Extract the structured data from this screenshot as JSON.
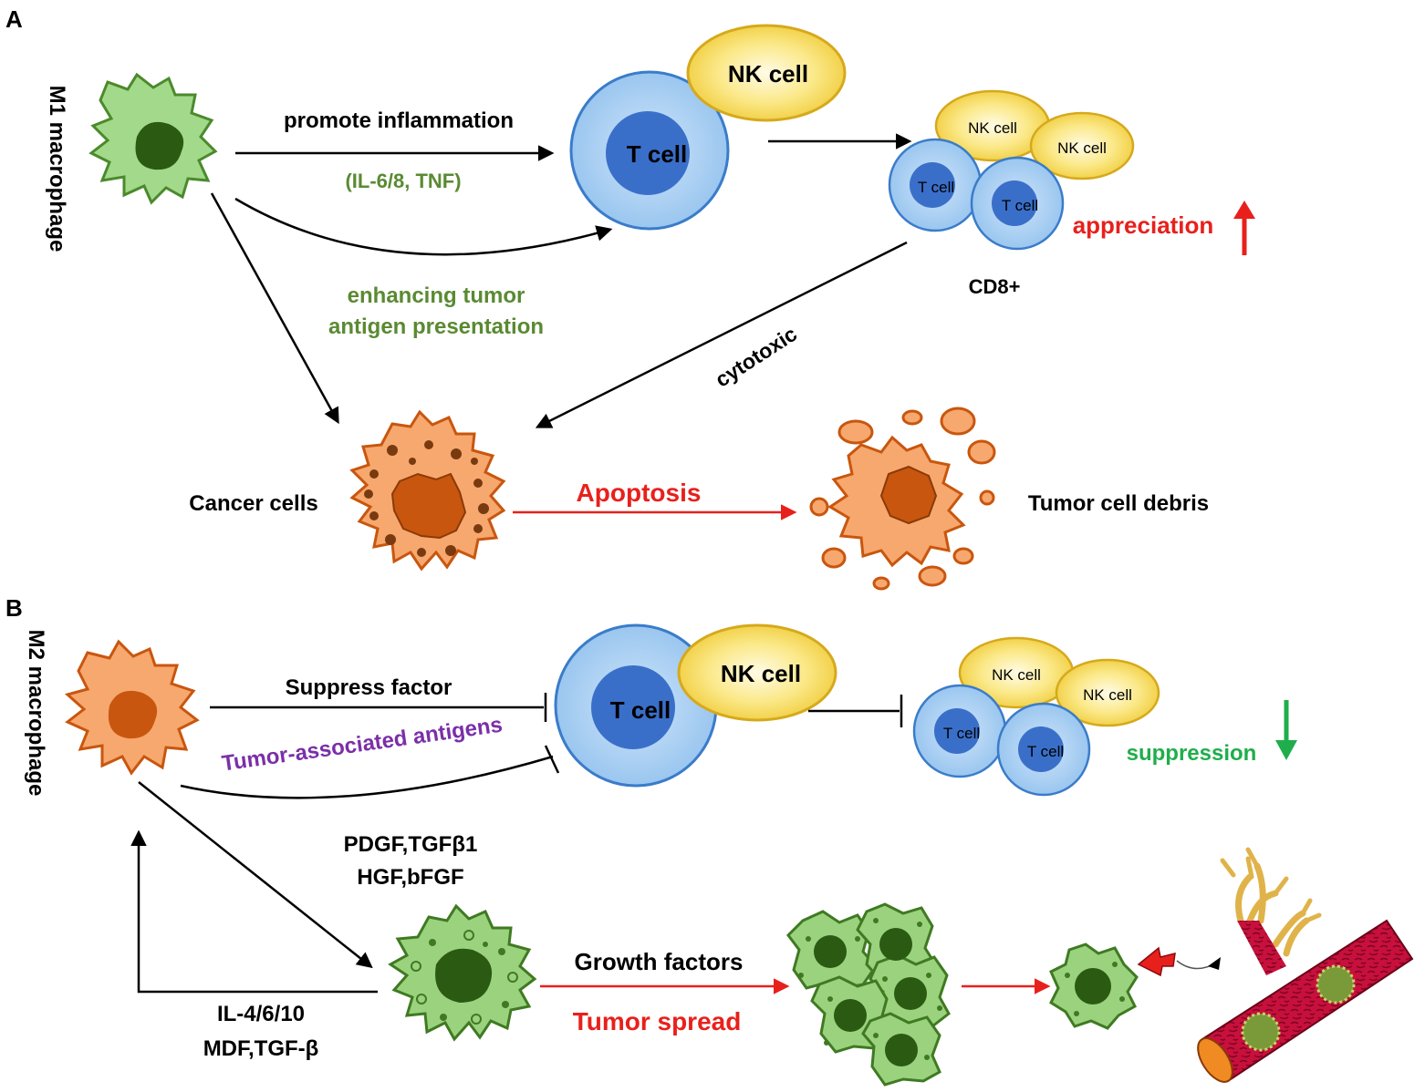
{
  "panels": {
    "a_letter": "A",
    "b_letter": "B"
  },
  "panel_a": {
    "m1_label": "M1 macrophage",
    "promote_inflammation": "promote inflammation",
    "cytokines": "(IL-6/8, TNF)",
    "enhancing_line1": "enhancing tumor",
    "enhancing_line2": "antigen presentation",
    "nk_cell": "NK cell",
    "t_cell": "T cell",
    "cluster_nk1": "NK cell",
    "cluster_nk2": "NK cell",
    "cluster_t1": "T cell",
    "cluster_t2": "T cell",
    "appreciation": "appreciation",
    "cd8": "CD8+",
    "cytotoxic": "cytotoxic",
    "cancer_cells": "Cancer cells",
    "apoptosis": "Apoptosis",
    "tumor_debris": "Tumor cell debris"
  },
  "panel_b": {
    "m2_label": "M2 macrophage",
    "suppress_factor": "Suppress factor",
    "tumor_antigens": "Tumor-associated antigens",
    "nk_cell": "NK cell",
    "t_cell": "T cell",
    "cluster_nk1": "NK cell",
    "cluster_nk2": "NK cell",
    "cluster_t1": "T cell",
    "cluster_t2": "T cell",
    "suppression": "suppression",
    "factors_line1": "PDGF,TGFβ1",
    "factors_line2": "HGF,bFGF",
    "feedback_line1": "IL-4/6/10",
    "feedback_line2": "MDF,TGF-β",
    "growth_factors": "Growth factors",
    "tumor_spread": "Tumor spread"
  },
  "colors": {
    "green_text": "#5a8a32",
    "red": "#e8201c",
    "purple": "#7b2fa8",
    "green_arrow": "#1fae4b",
    "t_cell_outer": "#9ec9ef",
    "t_cell_inner": "#3a6fc9",
    "nk_cell": "#f3d54b",
    "m1_cell": "#9bd27e",
    "cancer_cell": "#f4a46a",
    "cancer_nucleus": "#c9560e",
    "vessel": "#c8103c"
  }
}
